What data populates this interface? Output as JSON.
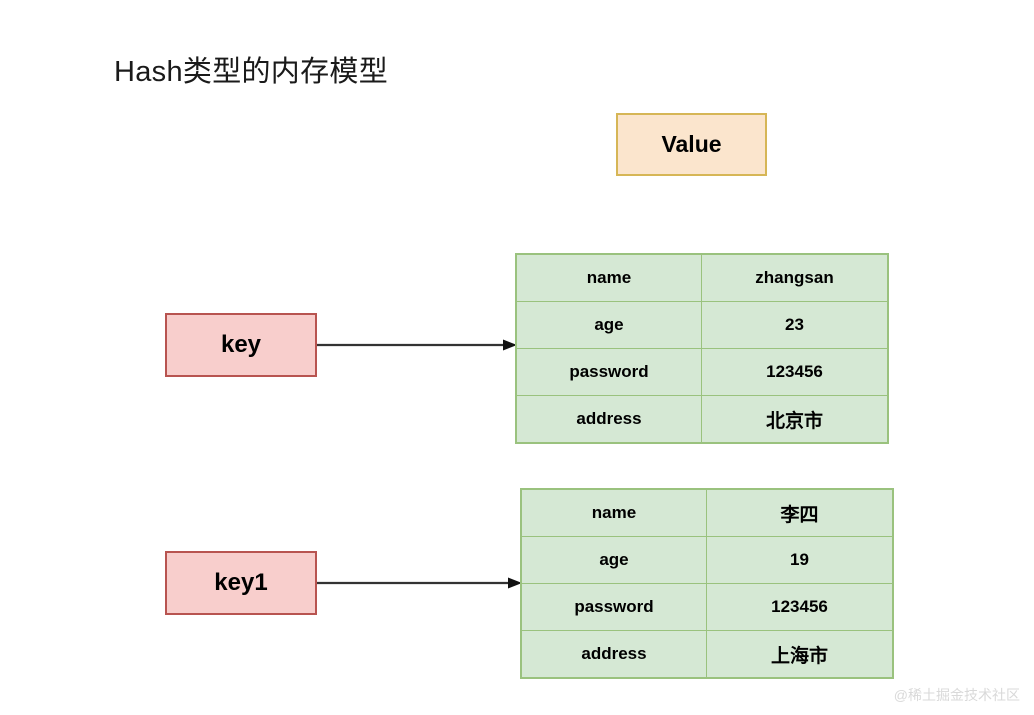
{
  "page": {
    "title": "Hash类型的内存模型",
    "background_color": "#ffffff"
  },
  "legend": {
    "value_box_label": "Value",
    "value_box_fill": "#fbe5cd",
    "value_box_border": "#d6b656"
  },
  "keys": [
    {
      "label": "key",
      "fill": "#f8cecc",
      "border": "#b85450"
    },
    {
      "label": "key1",
      "fill": "#f8cecc",
      "border": "#b85450"
    }
  ],
  "arrows": [
    {
      "name": "key-to-table-1",
      "color": "#333333"
    },
    {
      "name": "key1-to-table-2",
      "color": "#333333"
    }
  ],
  "tables": [
    {
      "name": "hash-value-table-1",
      "fill": "#d5e8d4",
      "border": "#9ac27e",
      "rows": [
        {
          "field": "name",
          "value": "zhangsan",
          "value_is_cjk": false
        },
        {
          "field": "age",
          "value": "23",
          "value_is_cjk": false
        },
        {
          "field": "password",
          "value": "123456",
          "value_is_cjk": false
        },
        {
          "field": "address",
          "value": "北京市",
          "value_is_cjk": true
        }
      ]
    },
    {
      "name": "hash-value-table-2",
      "fill": "#d5e8d4",
      "border": "#9ac27e",
      "rows": [
        {
          "field": "name",
          "value": "李四",
          "value_is_cjk": true
        },
        {
          "field": "age",
          "value": "19",
          "value_is_cjk": false
        },
        {
          "field": "password",
          "value": "123456",
          "value_is_cjk": false
        },
        {
          "field": "address",
          "value": "上海市",
          "value_is_cjk": true
        }
      ]
    }
  ],
  "watermark": {
    "text": "@稀土掘金技术社区"
  }
}
